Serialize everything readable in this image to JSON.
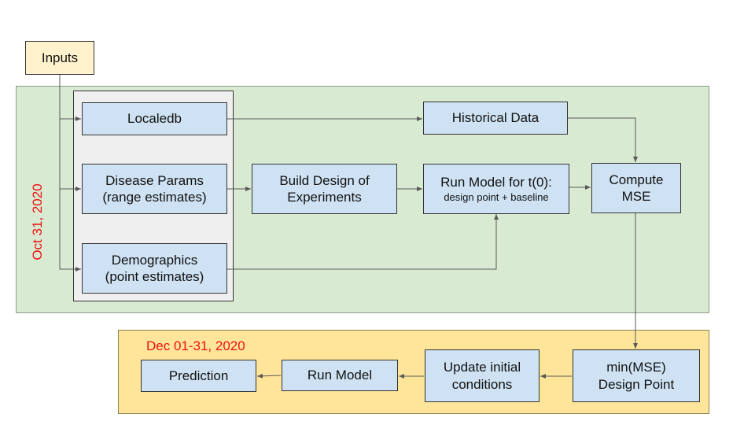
{
  "inputs": "Inputs",
  "oct_label": "Oct 31, 2020",
  "dec_label": "Dec 01-31, 2020",
  "nodes": {
    "localedb": "Localedb",
    "disease_params": [
      "Disease Params",
      "(range estimates)"
    ],
    "demographics": [
      "Demographics",
      "(point estimates)"
    ],
    "build_design": [
      "Build Design of",
      "Experiments"
    ],
    "run_model_t0": [
      "Run Model for t(0):",
      "design point + baseline"
    ],
    "historical_data": "Historical Data",
    "compute_mse": [
      "Compute",
      "MSE"
    ],
    "min_mse": [
      "min(MSE)",
      "Design Point"
    ],
    "update_initial": [
      "Update initial",
      "conditions"
    ],
    "run_model": "Run Model",
    "prediction": "Prediction"
  },
  "colors": {
    "green_panel": "#d9ead3",
    "yellow_panel": "#ffe599",
    "grey_panel": "#efefef",
    "node_blue": "#cfe2f3",
    "inputs_yellow": "#fff2cc",
    "date_red": "#ee1111",
    "connector": "#595959"
  }
}
